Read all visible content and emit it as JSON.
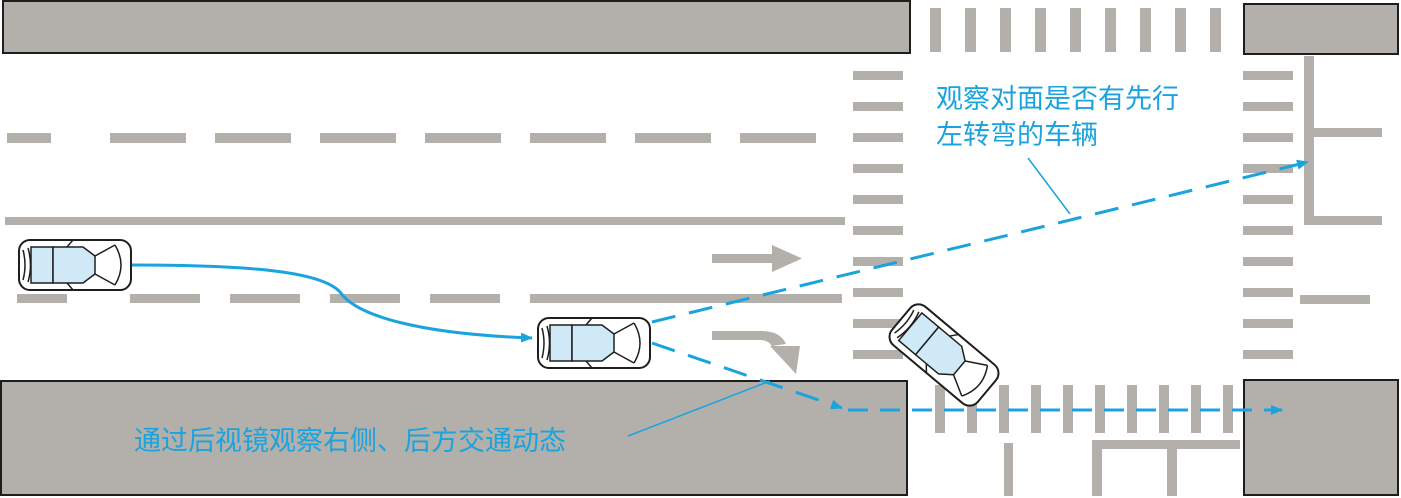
{
  "annotations": {
    "observe_oncoming_line1": "观察对面是否有先行",
    "observe_oncoming_line2": "左转弯的车辆",
    "check_mirror": "通过后视镜观察右侧、后方交通动态"
  },
  "colors": {
    "block": "#b3b0ab",
    "block_border": "#1e1e1e",
    "marking": "#b3b0ab",
    "path": "#1aa3dc",
    "car_glass": "#cfe9f7",
    "background": "#ffffff"
  },
  "icons": [
    "car-icon",
    "straight-arrow-icon",
    "right-turn-arrow-icon"
  ]
}
